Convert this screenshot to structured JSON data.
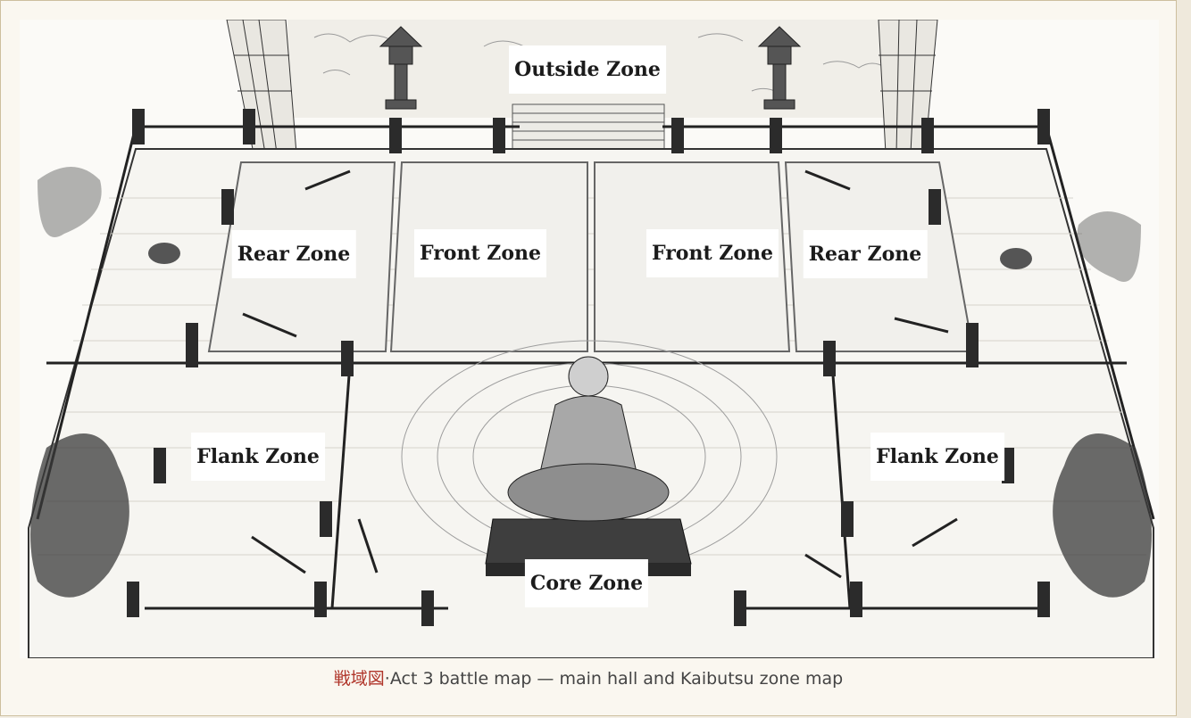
{
  "map": {
    "zones": [
      {
        "id": "outside",
        "label": "Outside Zone"
      },
      {
        "id": "rear-left",
        "label": "Rear Zone"
      },
      {
        "id": "front-left",
        "label": "Front Zone"
      },
      {
        "id": "front-right",
        "label": "Front Zone"
      },
      {
        "id": "rear-right",
        "label": "Rear Zone"
      },
      {
        "id": "flank-left",
        "label": "Flank Zone"
      },
      {
        "id": "flank-right",
        "label": "Flank Zone"
      },
      {
        "id": "core",
        "label": "Core Zone"
      }
    ]
  },
  "caption": {
    "kanji": "戦域図",
    "separator": "·",
    "text": "Act 3 battle map — main hall and Kaibutsu zone map"
  },
  "colors": {
    "ink": "#2a2a2a",
    "paper": "#fbfaf7",
    "accent": "#b0352a"
  }
}
